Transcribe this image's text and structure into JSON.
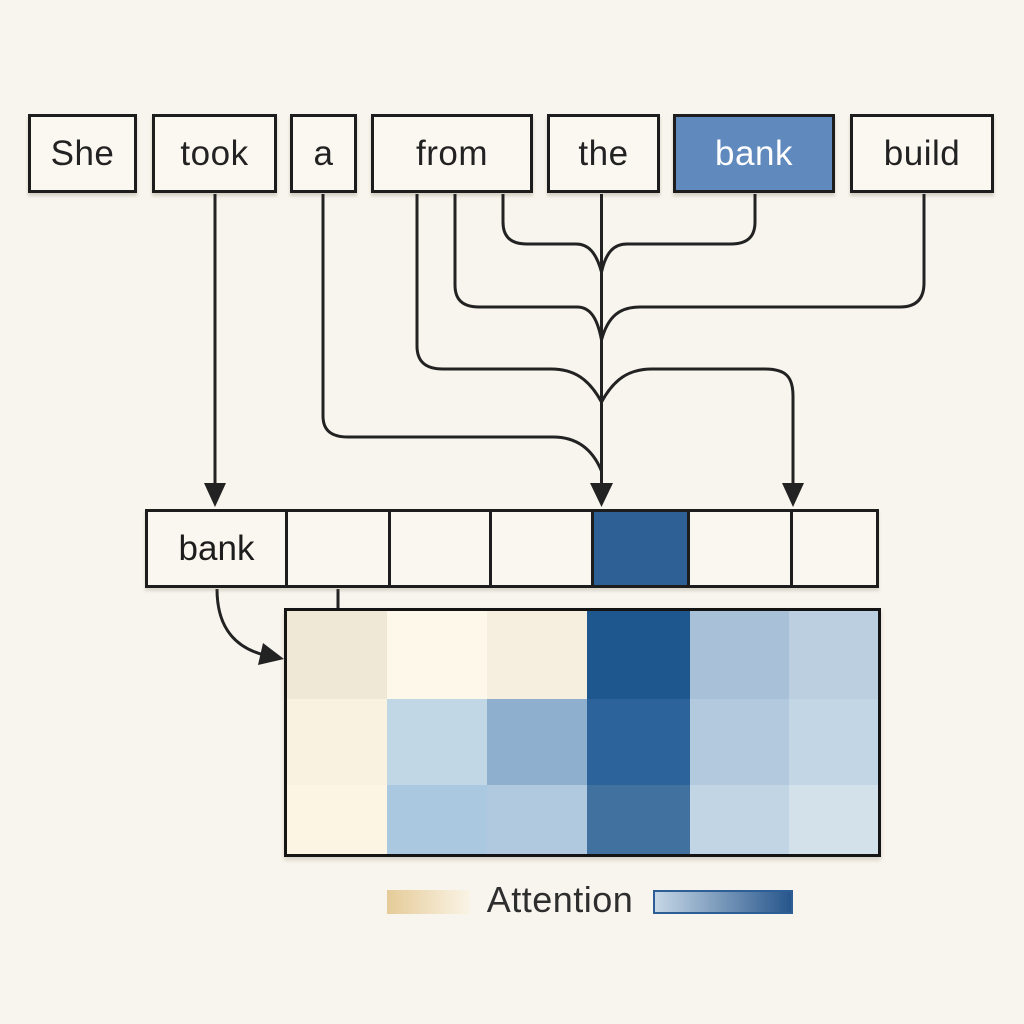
{
  "background_color": "#f8f5ee",
  "tokens": {
    "items": [
      {
        "text": "She",
        "highlighted": false
      },
      {
        "text": "took",
        "highlighted": false
      },
      {
        "text": "a",
        "highlighted": false
      },
      {
        "text": "from",
        "highlighted": false
      },
      {
        "text": "the",
        "highlighted": false
      },
      {
        "text": "bank",
        "highlighted": true
      },
      {
        "text": "build",
        "highlighted": false
      }
    ],
    "highlight_fill": "#6089bd",
    "highlight_text_color": "#ffffff",
    "box_fill": "#fbf8f1",
    "border_color": "#1d1d1d"
  },
  "memory_row": {
    "cells": [
      {
        "text": "bank",
        "fill": "#faf7f0",
        "highlighted": false
      },
      {
        "text": "",
        "fill": "#faf7f0",
        "highlighted": false
      },
      {
        "text": "",
        "fill": "#faf7f0",
        "highlighted": false
      },
      {
        "text": "",
        "fill": "#faf7f0",
        "highlighted": false
      },
      {
        "text": "",
        "fill": "#2e6096",
        "highlighted": true
      },
      {
        "text": "",
        "fill": "#faf7f0",
        "highlighted": false
      },
      {
        "text": "",
        "fill": "#faf7f0",
        "highlighted": false
      }
    ]
  },
  "heatmap": {
    "grid_colors": [
      [
        "#efe8d7",
        "#fdf8ea",
        "#f6efdf",
        "#1e568e",
        "#a9c0d9",
        "#bccfe0"
      ],
      [
        "#f9f2e0",
        "#c2d7e6",
        "#8fafcf",
        "#2d639b",
        "#b3c9dd",
        "#c3d6e5"
      ],
      [
        "#fcf5e4",
        "#aac8e0",
        "#b0c9df",
        "#40719f",
        "#c2d5e5",
        "#d3e1eb"
      ]
    ]
  },
  "legend": {
    "label": "Attention",
    "low_gradient_start": "#e5cb98",
    "low_gradient_end": "#faf4e6",
    "high_gradient_start": "#c6d7e6",
    "high_gradient_end": "#27568c"
  },
  "arrows": {
    "color": "#222222"
  },
  "chart_data": {
    "type": "heatmap",
    "rows": 3,
    "cols": 6,
    "values": [
      [
        0.15,
        0.03,
        0.08,
        0.95,
        0.45,
        0.35
      ],
      [
        0.06,
        0.3,
        0.55,
        0.88,
        0.42,
        0.3
      ],
      [
        0.04,
        0.42,
        0.4,
        0.72,
        0.33,
        0.22
      ]
    ],
    "colormap": "cream-low-to-blue-high",
    "legend_label": "Attention",
    "title": "",
    "xlabel": "",
    "ylabel": ""
  }
}
